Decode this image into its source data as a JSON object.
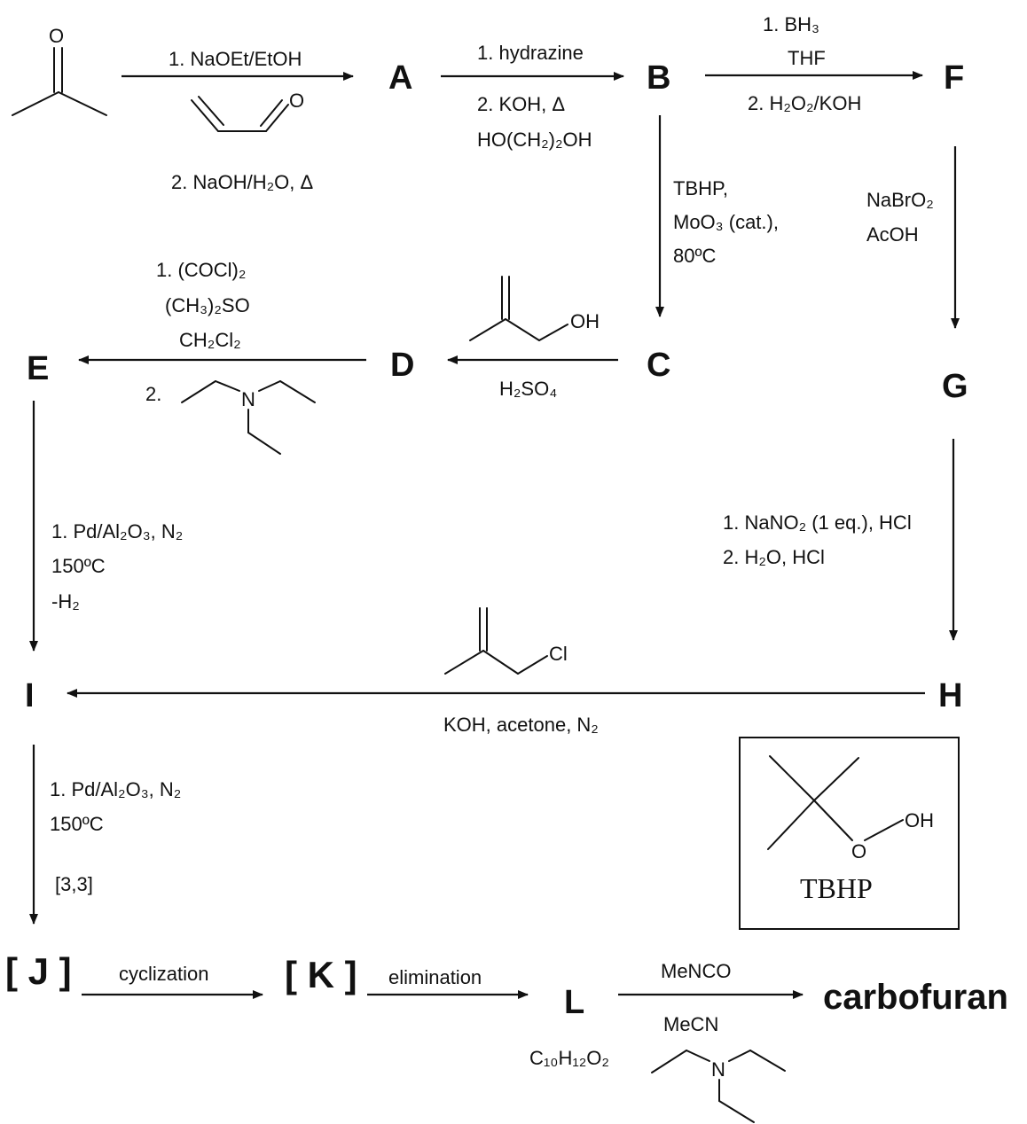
{
  "compounds": {
    "A": "A",
    "B": "B",
    "C": "C",
    "D": "D",
    "E": "E",
    "F": "F",
    "G": "G",
    "H": "H",
    "I": "I",
    "J": "[ J ]",
    "K": "[ K ]",
    "L": "L",
    "final": "carbofuran"
  },
  "reagents": {
    "r1_l1": "1. NaOEt/EtOH",
    "r1_aldehyde_O": "O",
    "r1_l2": "2. NaOH/H₂O, Δ",
    "r2_l1": "1. hydrazine",
    "r2_l2": "2. KOH, Δ",
    "r2_l3": "HO(CH₂)₂OH",
    "r3_l1": "1. BH₃",
    "r3_l2": "THF",
    "r3_l3": "2. H₂O₂/KOH",
    "r4_l1": "TBHP,",
    "r4_l2": "MoO₃ (cat.),",
    "r4_l3": "80ºC",
    "r5_l1": "NaBrO₂",
    "r5_l2": "AcOH",
    "r6_OH": "OH",
    "r6_acid": "H₂SO₄",
    "r7_l1": "1. (COCl)₂",
    "r7_l2": "(CH₃)₂SO",
    "r7_l3": "CH₂Cl₂",
    "r7_l4": "2.",
    "r7_N": "N",
    "r8_l1": "1. Pd/Al₂O₃, N₂",
    "r8_l2": "150ºC",
    "r8_l3": "-H₂",
    "r9_l1": "1. NaNO₂ (1 eq.), HCl",
    "r9_l2": "2. H₂O, HCl",
    "r10_Cl": "Cl",
    "r10_l1": "KOH, acetone, N₂",
    "r11_l1": "1. Pd/Al₂O₃, N₂",
    "r11_l2": "150ºC",
    "r11_l3": "[3,3]",
    "r12": "cyclization",
    "r13": "elimination",
    "r14_l1": "MeNCO",
    "r14_l2": "MeCN",
    "r14_N": "N",
    "L_formula": "C₁₀H₁₂O₂"
  },
  "start_material": {
    "O": "O"
  },
  "tbhp_box": {
    "OH": "OH",
    "O": "O",
    "label": "TBHP"
  }
}
